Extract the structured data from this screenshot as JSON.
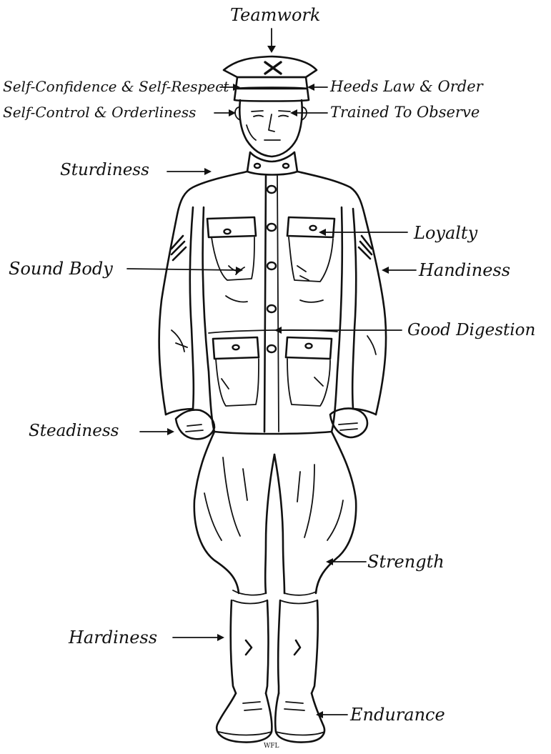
{
  "labels": {
    "teamwork": "Teamwork",
    "self_confidence": "Self-Confidence & Self-Respect",
    "heeds_law": "Heeds Law & Order",
    "self_control": "Self-Control & Orderliness",
    "trained": "Trained To Observe",
    "sturdiness": "Sturdiness",
    "loyalty": "Loyalty",
    "sound_body": "Sound Body",
    "handiness": "Handiness",
    "good_digestion": "Good Digestion",
    "steadiness": "Steadiness",
    "strength": "Strength",
    "hardiness": "Hardiness",
    "endurance": "Endurance"
  },
  "signature": "WFL"
}
